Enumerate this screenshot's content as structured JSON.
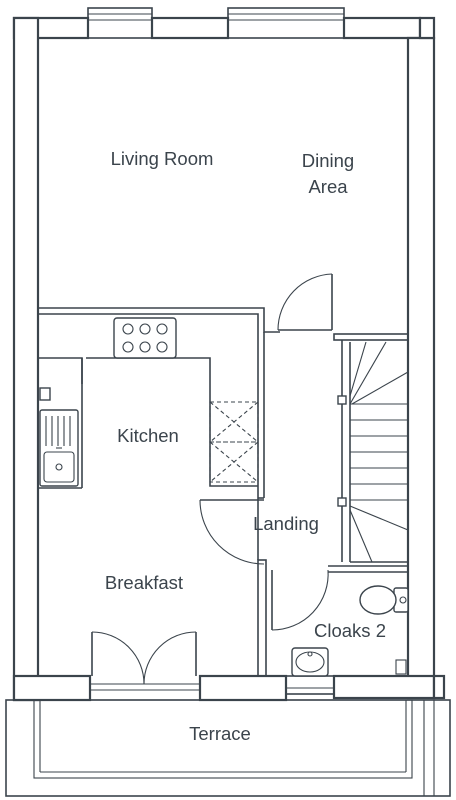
{
  "rooms": {
    "living_room": "Living Room",
    "dining_line1": "Dining",
    "dining_line2": "Area",
    "kitchen": "Kitchen",
    "landing": "Landing",
    "breakfast": "Breakfast",
    "cloaks": "Cloaks 2",
    "terrace": "Terrace"
  },
  "colors": {
    "line": "#3b444c",
    "background": "#ffffff"
  }
}
